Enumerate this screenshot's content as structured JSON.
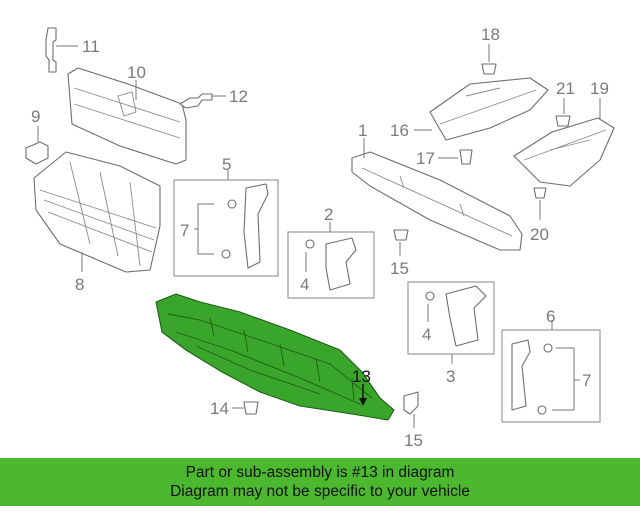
{
  "colors": {
    "highlight": "#3aa52b",
    "banner": "#4cb82f"
  },
  "diagram": {
    "callouts": {
      "c1": "1",
      "c2": "2",
      "c3": "3",
      "c4a": "4",
      "c4b": "4",
      "c5": "5",
      "c6": "6",
      "c7a": "7",
      "c7b": "7",
      "c8": "8",
      "c9": "9",
      "c10": "10",
      "c11": "11",
      "c12": "12",
      "c13": "13",
      "c14": "14",
      "c15a": "15",
      "c15b": "15",
      "c16": "16",
      "c17": "17",
      "c18": "18",
      "c19": "19",
      "c20": "20",
      "c21": "21"
    }
  },
  "banner": {
    "line1": "Part or sub-assembly is #13 in diagram",
    "line2": "Diagram may not be specific to your vehicle"
  }
}
